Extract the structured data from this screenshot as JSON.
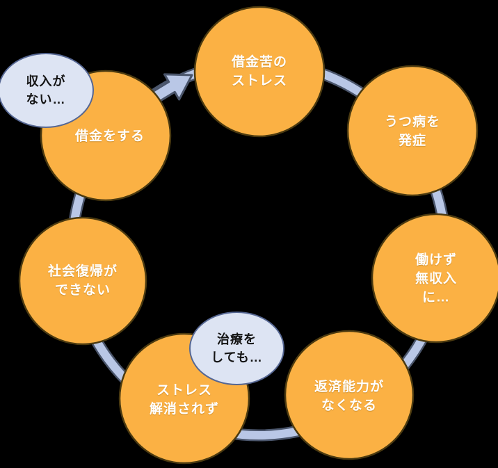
{
  "diagram": {
    "type": "cycle",
    "nodes": [
      {
        "label": "借金苦の\nストレス"
      },
      {
        "label": "うつ病を\n発症"
      },
      {
        "label": "働けず\n無収入に…"
      },
      {
        "label": "返済能力が\nなくなる"
      },
      {
        "label": "ストレス\n解消されず"
      },
      {
        "label": "社会復帰が\nできない"
      },
      {
        "label": "借金をする"
      }
    ],
    "bubbles": [
      {
        "text": "収入が\nない…"
      },
      {
        "text": "治療を\nしても…"
      }
    ],
    "flow_direction": "clockwise"
  },
  "colors": {
    "background": "#000000",
    "node_fill": "#fbb144",
    "node_border": "#4b3a10",
    "node_text": "#ffffff",
    "connector_fill": "#b9c7e6",
    "connector_outline": "#4a556b",
    "bubble_fill": "#dde4f3",
    "bubble_border": "#566793",
    "bubble_text": "#141414"
  }
}
